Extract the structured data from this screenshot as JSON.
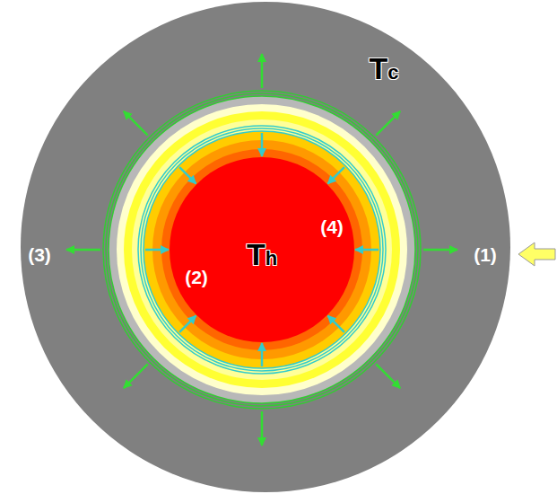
{
  "diagram": {
    "labels": [
      "Tc",
      "Th",
      "(1)",
      "(2)",
      "(3)",
      "(4)"
    ]
  }
}
